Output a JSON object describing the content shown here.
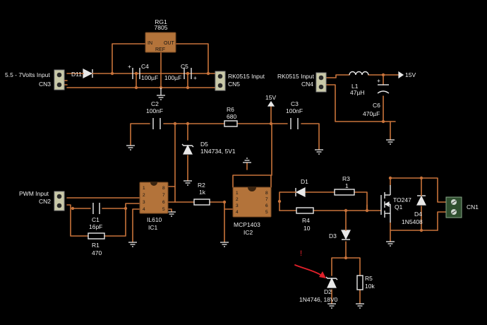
{
  "colors": {
    "wire": "#c8733a",
    "background": "#000000",
    "label": "#ececec",
    "annotation": "#e0202a"
  },
  "regulator": {
    "ref": "RG1",
    "value": "7805",
    "pin_in": "IN",
    "pin_out": "OUT",
    "pin_ref": "REF"
  },
  "connectors": {
    "cn3": {
      "label": "5.5 - 7Volts Input",
      "ref": "CN3"
    },
    "cn5": {
      "label": "RK0515 Input",
      "ref": "CN5"
    },
    "cn4": {
      "label": "RK0515 Input",
      "ref": "CN4"
    },
    "cn2": {
      "label": "PWM Input",
      "ref": "CN2"
    },
    "cn1": {
      "ref": "CN1"
    }
  },
  "components": {
    "d11": {
      "ref": "D11"
    },
    "c4": {
      "ref": "C4",
      "value": "100µF"
    },
    "c5": {
      "ref": "C5",
      "value": "100µF"
    },
    "l1": {
      "ref": "L1",
      "value": "47µH"
    },
    "c6": {
      "ref": "C6",
      "value": "470µF"
    },
    "c2": {
      "ref": "C2",
      "value": "100nF"
    },
    "r6": {
      "ref": "R6",
      "value": "680"
    },
    "c3": {
      "ref": "C3",
      "value": "100nF"
    },
    "d5": {
      "ref": "D5",
      "value": "1N4734, 5V1"
    },
    "r2": {
      "ref": "R2",
      "value": "1k"
    },
    "ic1": {
      "ref": "IC1",
      "value": "IL610"
    },
    "ic2": {
      "ref": "IC2",
      "value": "MCP1403"
    },
    "c1": {
      "ref": "C1",
      "value": "16pF"
    },
    "r1": {
      "ref": "R1",
      "value": "470"
    },
    "d1": {
      "ref": "D1"
    },
    "r3": {
      "ref": "R3",
      "value": "1"
    },
    "r4": {
      "ref": "R4",
      "value": "10"
    },
    "d3": {
      "ref": "D3"
    },
    "q1": {
      "ref": "Q1",
      "value": "TO247"
    },
    "d4": {
      "ref": "D4",
      "value": "1N5408"
    },
    "d2": {
      "ref": "D2",
      "value": "1N4746, 18V0"
    },
    "r5": {
      "ref": "R5",
      "value": "10k"
    }
  },
  "rails": {
    "v15_top": "15V",
    "v15_mid": "15V"
  },
  "ic_pins": {
    "p1": "1",
    "p2": "2",
    "p3": "3",
    "p4": "4",
    "p5": "5",
    "p6": "6",
    "p7": "7",
    "p8": "8"
  },
  "annotation": {
    "mark": "!"
  }
}
